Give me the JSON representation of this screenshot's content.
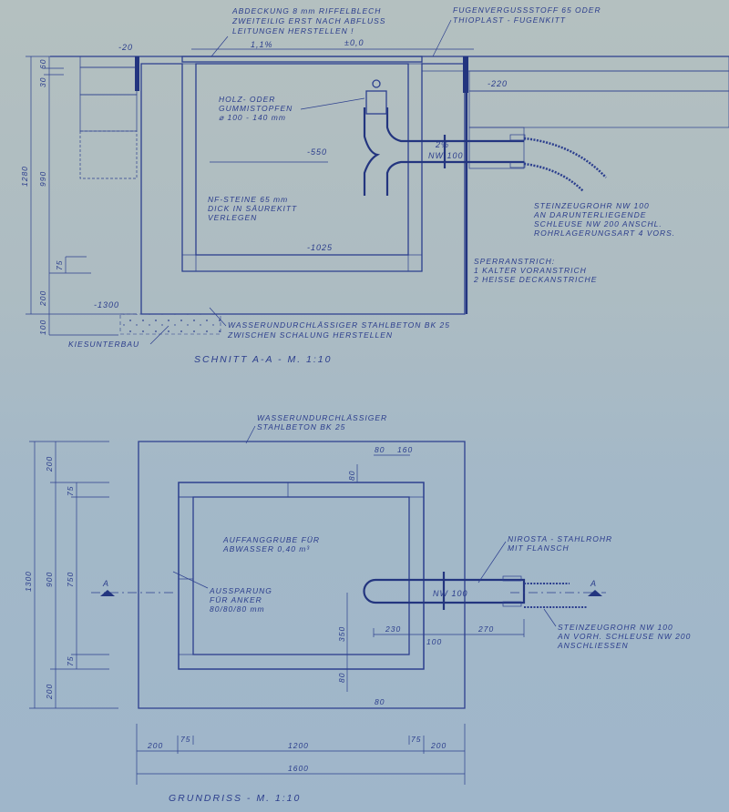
{
  "section": {
    "title": "SCHNITT A-A - M. 1:10",
    "cover_note": [
      "ABDECKUNG 8 mm RIFFELBLECH",
      "ZWEITEILIG ERST NACH ABFLUSS",
      "LEITUNGEN HERSTELLEN !"
    ],
    "joint_note": [
      "FUGENVERGUSSSTOFF 65 ODER",
      "THIOPLAST - FUGENKITT"
    ],
    "stopper_note": [
      "HOLZ- ODER",
      "GUMMISTOPFEN",
      "⌀ 100 - 140 mm"
    ],
    "brick_note": [
      "NF-STEINE 65 mm",
      "DICK IN SÄUREKITT",
      "VERLEGEN"
    ],
    "pipe_note": [
      "STEINZEUGROHR NW 100",
      "AN DARUNTERLIEGENDE",
      "SCHLEUSE NW 200 ANSCHL.",
      "ROHRLAGERUNGSART 4 VORS."
    ],
    "coating_note": [
      "SPERRANSTRICH:",
      "1 KALTER VORANSTRICH",
      "2 HEISSE DECKANSTRICHE"
    ],
    "concrete_note": [
      "WASSERUNDURCHLÄSSIGER STAHLBETON BK 25",
      "ZWISCHEN SCHALUNG HERSTELLEN"
    ],
    "gravel_note": "KIESUNTERBAU",
    "slope": "1,1%",
    "pipe_slope": "2%",
    "pipe_label": "NW 100",
    "levels": {
      "top": "±0,0",
      "rim": "-20",
      "layer": "-220",
      "pipe": "-550",
      "floor": "-1025",
      "bottom": "-1300"
    },
    "dims": {
      "d30": "30",
      "d60": "60",
      "total": "1280",
      "d990": "990",
      "d75": "75",
      "d200": "200",
      "d100": "100"
    }
  },
  "plan": {
    "title": "GRUNDRISS - M. 1:10",
    "concrete_note": [
      "WASSERUNDURCHLÄSSIGER",
      "STAHLBETON BK 25"
    ],
    "pit_note": [
      "AUFFANGGRUBE FÜR",
      "ABWASSER 0,40 m³"
    ],
    "recess_note": [
      "AUSSPARUNG",
      "FÜR ANKER",
      "80/80/80 mm"
    ],
    "steel_pipe_note": [
      "NIROSTA - STAHLROHR",
      "MIT FLANSCH"
    ],
    "clay_pipe_note": [
      "STEINZEUGROHR NW 100",
      "AN VORH. SCHLEUSE NW 200",
      "ANSCHLIESSEN"
    ],
    "pipe_label": "NW 100",
    "section_mark": "A",
    "dims": {
      "v200a": "200",
      "v75a": "75",
      "v750": "750",
      "v900": "900",
      "v1300": "1300",
      "v75b": "75",
      "v200b": "200",
      "h80": "80",
      "h160": "160",
      "v80a": "80",
      "v350": "350",
      "v80b": "80",
      "h80b": "80",
      "h230": "230",
      "h100": "100",
      "h270": "270",
      "b200a": "200",
      "b75a": "75",
      "b1200": "1200",
      "b75b": "75",
      "b200b": "200",
      "b1600": "1600"
    }
  }
}
